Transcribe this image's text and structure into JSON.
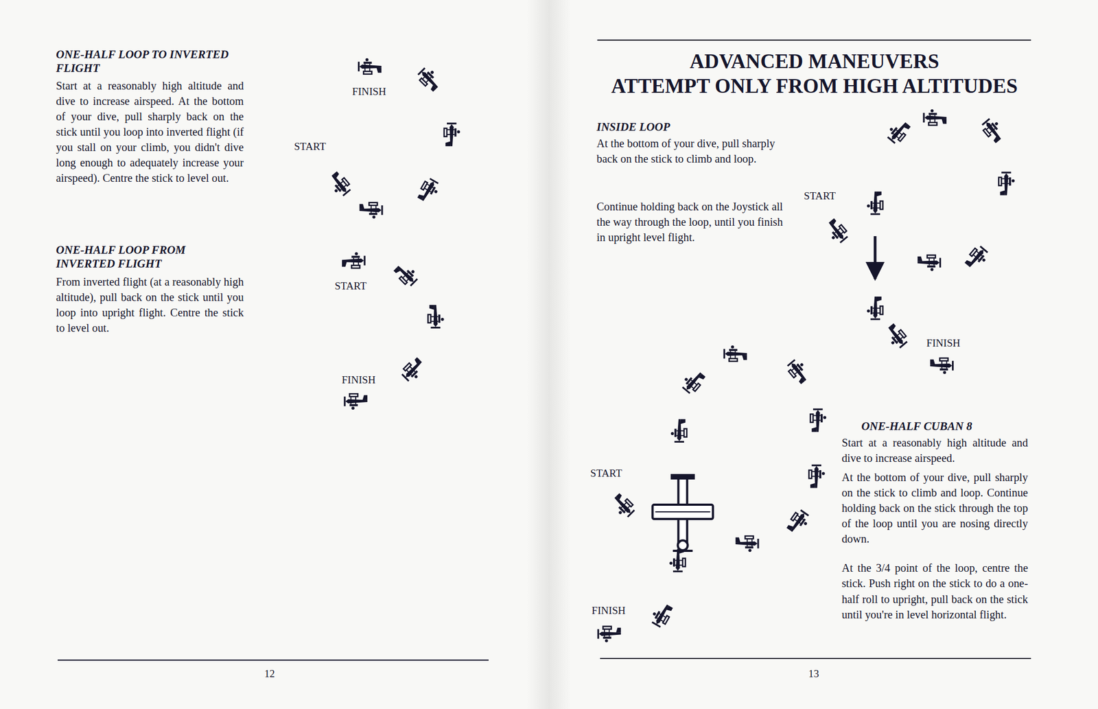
{
  "diagram": {
    "title": "ADVANCED MANEUVERS",
    "labels": [
      "ONE-HALF LOOP TO INVERTED FLIGHT",
      "Start at a reasonably high altitude and dive to increase airspeed. At the bottom of your dive, pull sharply back on the stick until you loop into inverted flight (if you stall on your climb, you didn't dive long enough to adequately increase your airspeed). Centre the stick to level out.",
      "FINISH",
      "START",
      "ONE-HALF LOOP FROM INVERTED FLIGHT",
      "From inverted flight (at a reasonably high altitude), pull back on the stick until you loop into upright flight. Centre the stick to level out.",
      "START",
      "FINISH",
      "12",
      "ATTEMPT ONLY FROM HIGH ALTITUDES",
      "INSIDE LOOP",
      "At the bottom of your dive, pull sharply back on the stick to climb and loop.",
      "Continue holding back on the Joystick all the way through the loop, until you finish in upright level flight.",
      "START",
      "FINISH",
      "START",
      "FINISH",
      "ONE-HALF CUBAN 8",
      "Start at a reasonably high altitude and dive to increase airspeed.",
      "At the bottom of your dive, pull sharply on the stick to climb and loop. Continue holding back on the stick through the top of the loop until you are nosing directly down.",
      "At the 3/4 point of the loop, centre the stick. Push right on the stick to do a one-half roll to upright, pull back on the stick until you're in level horizontal flight.",
      "13"
    ]
  }
}
